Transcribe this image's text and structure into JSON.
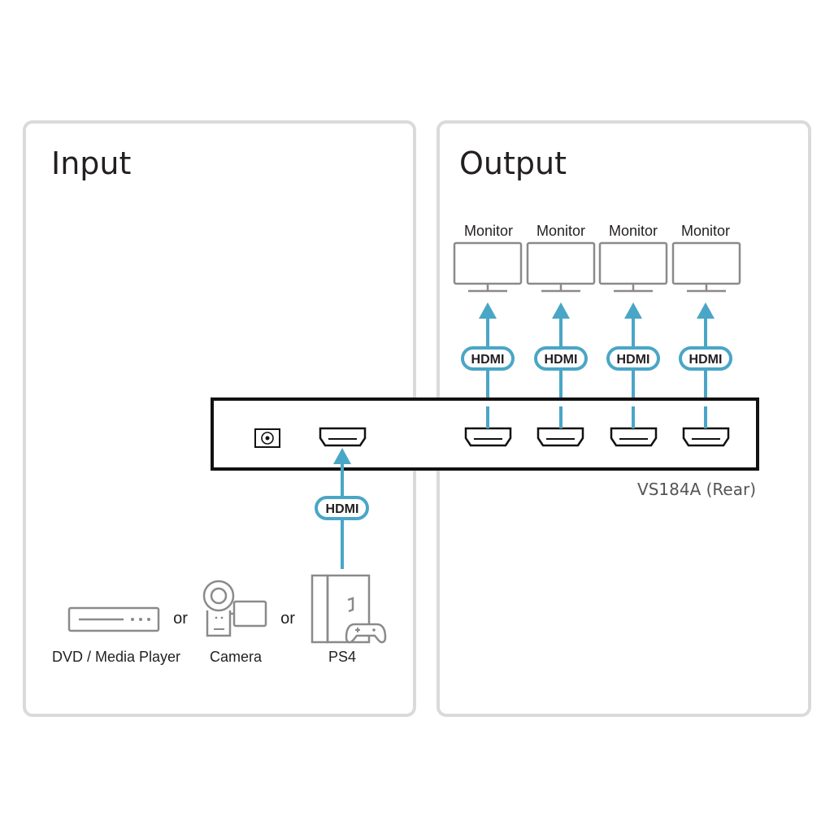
{
  "input_panel": {
    "title": "Input"
  },
  "output_panel": {
    "title": "Output"
  },
  "device": {
    "caption": "VS184A (Rear)"
  },
  "monitors": [
    {
      "label": "Monitor"
    },
    {
      "label": "Monitor"
    },
    {
      "label": "Monitor"
    },
    {
      "label": "Monitor"
    }
  ],
  "cables": {
    "output": [
      "HDMI",
      "HDMI",
      "HDMI",
      "HDMI"
    ],
    "input": "HDMI"
  },
  "sources": {
    "dvd": "DVD / Media Player",
    "camera": "Camera",
    "ps4": "PS4",
    "or1": "or",
    "or2": "or"
  },
  "colors": {
    "cable": "#4aa6c6",
    "panel_border": "#dadada",
    "icon_gray": "#8a8a8a"
  }
}
